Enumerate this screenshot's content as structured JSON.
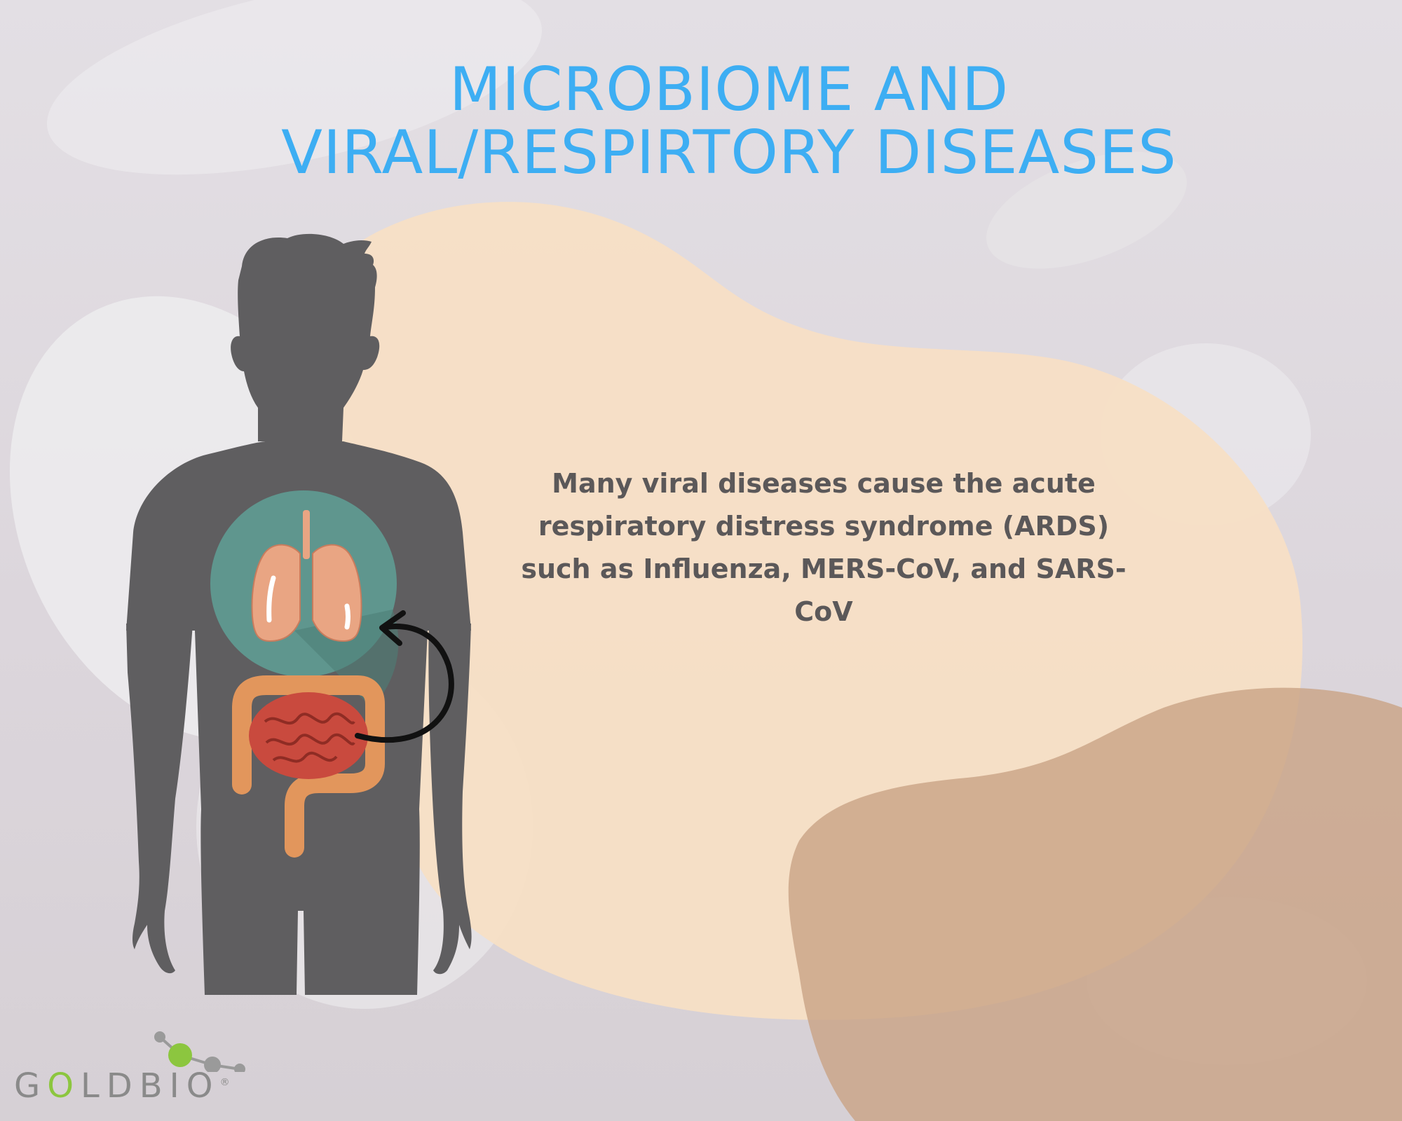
{
  "title": {
    "line1": "MICROBIOME AND",
    "line2": "VIRAL/RESPIRTORY DISEASES"
  },
  "body_text": "Many viral diseases cause the acute respiratory distress syndrome (ARDS) such as Influenza, MERS-CoV, and SARS-CoV",
  "logo": {
    "letters": [
      "G",
      "O",
      "L",
      "D",
      "B",
      "I",
      "O"
    ],
    "mark": "®"
  },
  "icons": [
    "person-silhouette-icon",
    "lungs-icon",
    "intestines-icon",
    "curved-arrow-icon",
    "molecule-icon"
  ],
  "colors": {
    "title": "#3daef3",
    "body_text": "#5b5859",
    "peach_blob": "#f7dfc5",
    "tan_blob": "#c9a284",
    "silhouette": "#5f5e60",
    "lung_circle": "#5f968e",
    "lungs": "#e9a583",
    "intestine": "#c94a3e",
    "colon": "#e2965c",
    "logo_green": "#8cc63f",
    "logo_gray": "#8a8a8a"
  }
}
